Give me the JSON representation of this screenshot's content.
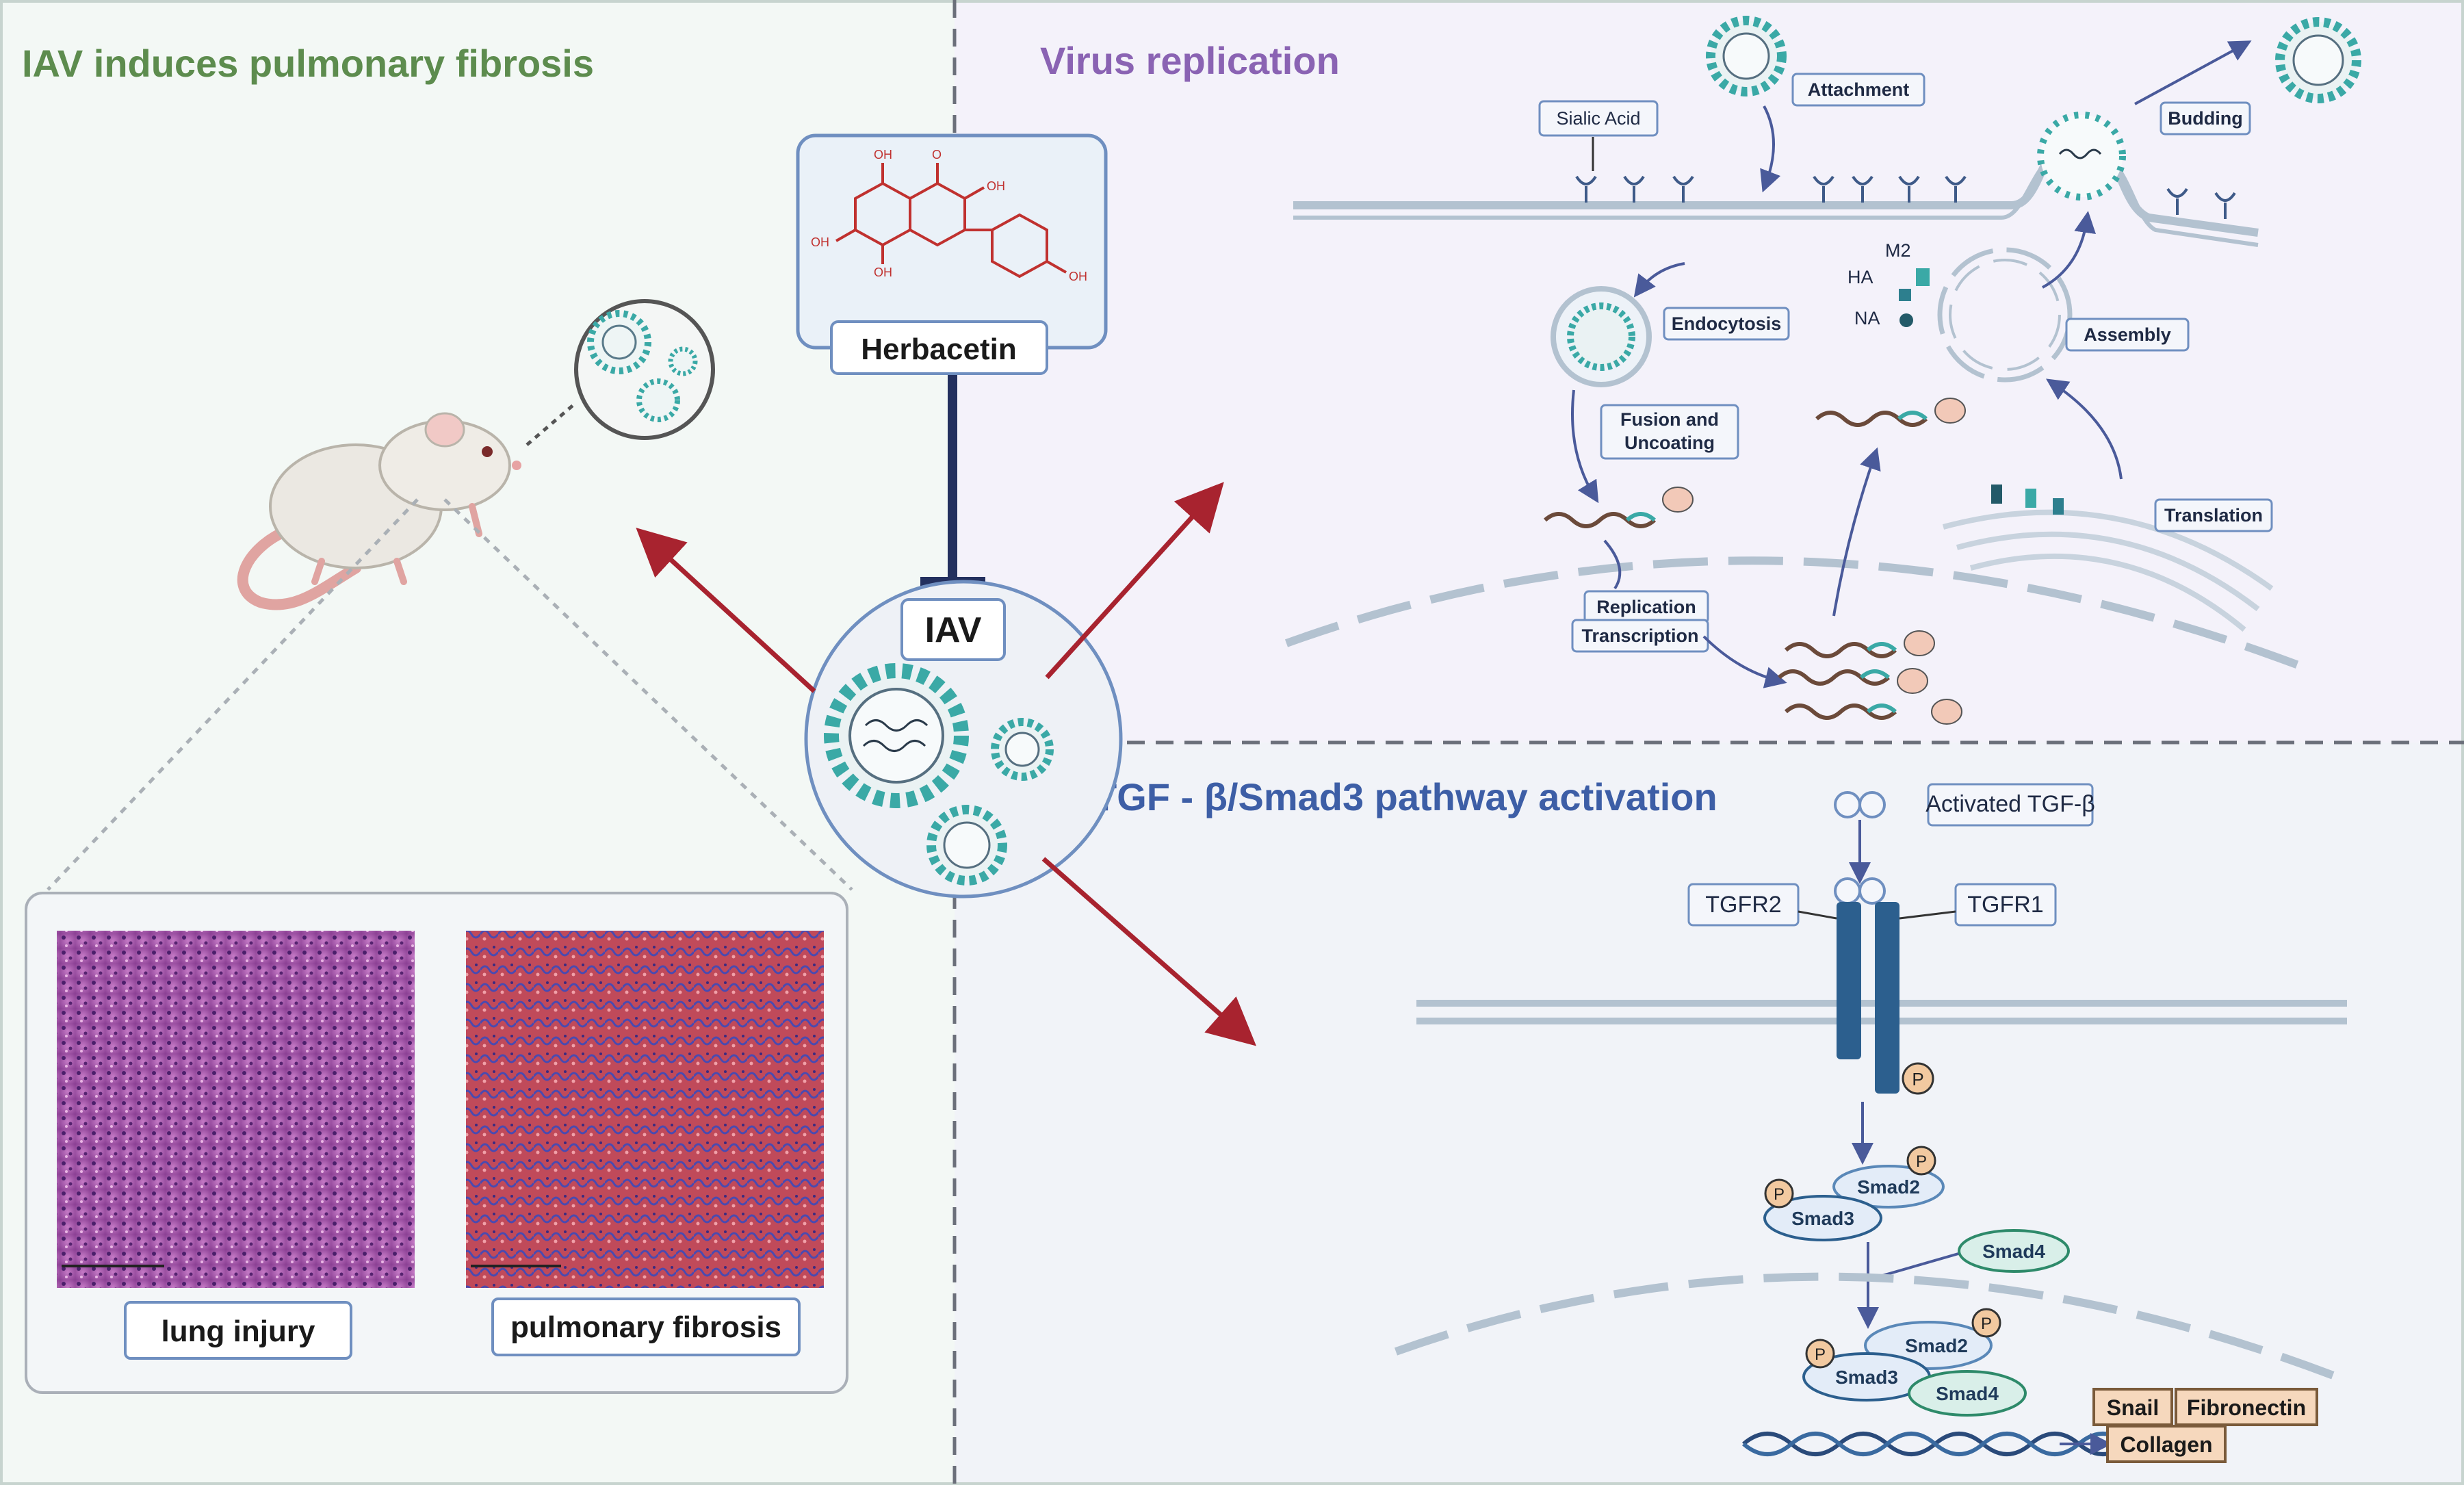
{
  "panels": {
    "left_title": "IAV induces pulmonary fibrosis",
    "replication_title": "Virus replication",
    "pathway_title": "TGF - β/Smad3 pathway activation"
  },
  "center": {
    "compound": "Herbacetin",
    "virus": "IAV",
    "oh": "OH",
    "oxo": "O"
  },
  "histology": {
    "left_caption": "lung injury",
    "right_caption": "pulmonary fibrosis"
  },
  "replication": {
    "sialic_acid": "Sialic Acid",
    "attachment": "Attachment",
    "budding": "Budding",
    "endocytosis": "Endocytosis",
    "fusion_line1": "Fusion and",
    "fusion_line2": "Uncoating",
    "m2": "M2",
    "ha": "HA",
    "na": "NA",
    "assembly": "Assembly",
    "translation": "Translation",
    "replication": "Replication",
    "transcription": "Transcription"
  },
  "pathway": {
    "activated": "Activated TGF-β",
    "tgfr2": "TGFR2",
    "tgfr1": "TGFR1",
    "p": "P",
    "smad2": "Smad2",
    "smad3": "Smad3",
    "smad4": "Smad4",
    "genes": [
      "Snail",
      "Fibronectin",
      "Collagen"
    ]
  },
  "colors": {
    "left_title": "#5d8c4e",
    "replication_title": "#8a63b3",
    "pathway_title": "#3d5ea6",
    "arrow_red": "#a8232f",
    "inhibit_navy": "#23305e",
    "receptor": "#2c5f8e",
    "teal": "#3aa9a6"
  }
}
